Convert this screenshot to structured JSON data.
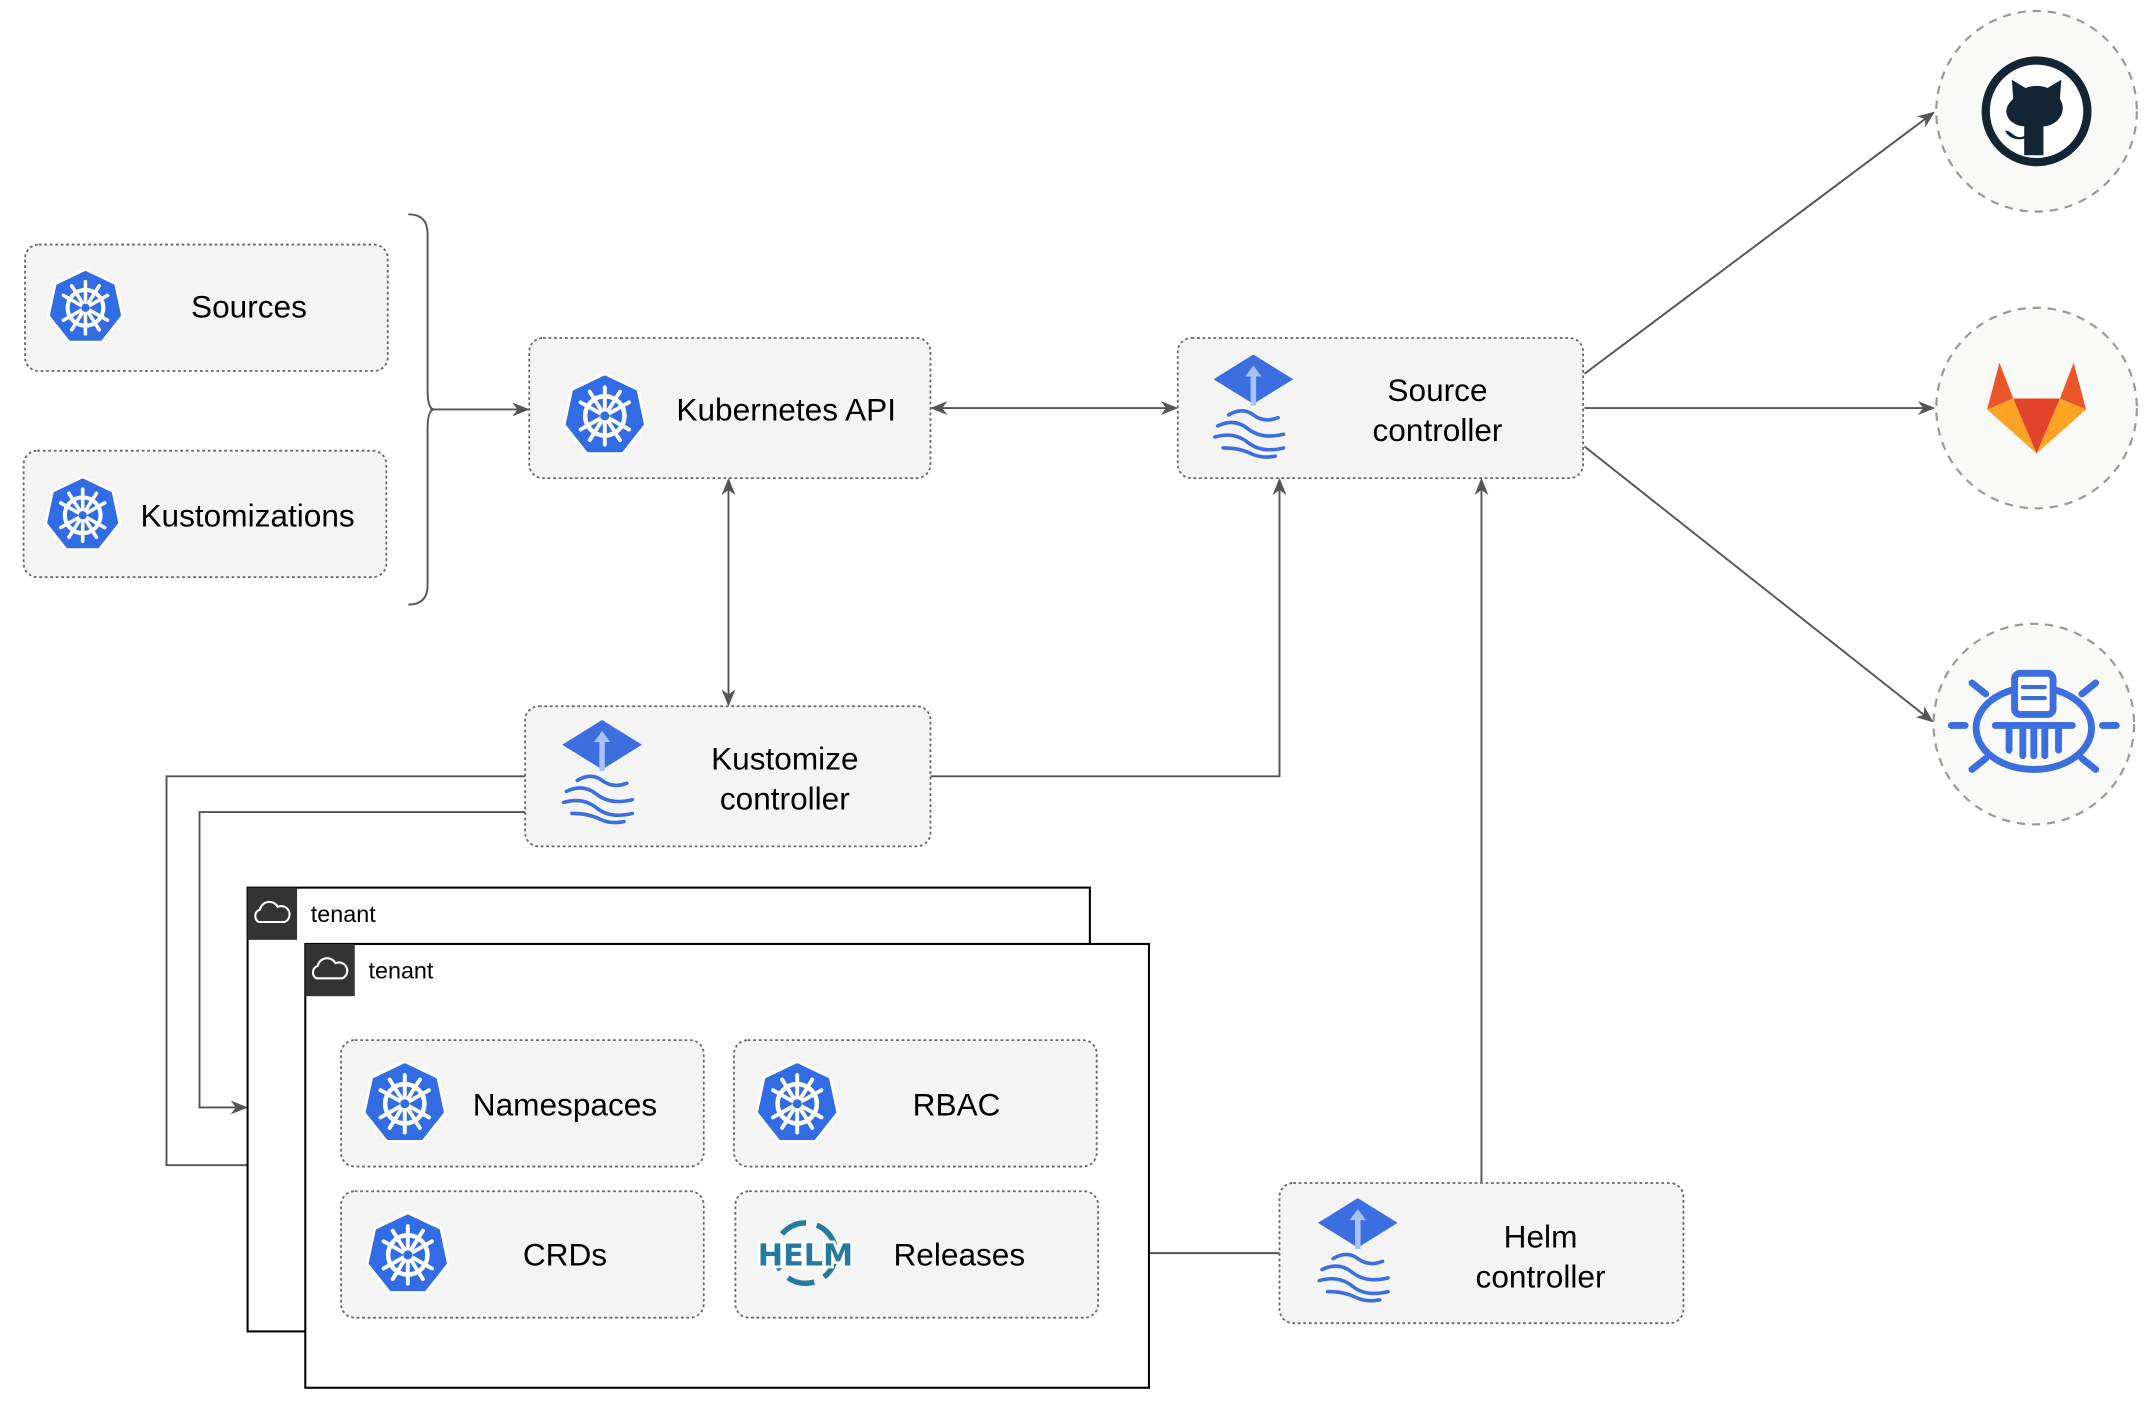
{
  "colors": {
    "kubernetes_blue": "#326ce5",
    "flux_blue": "#3b6fe0",
    "github_dark": "#132435",
    "gitlab_orange": "#e8562a",
    "gitlab_yellow": "#fca326",
    "helm_blue": "#277a9f",
    "edge": "#555555"
  },
  "nodes": {
    "sources": {
      "label": "Sources",
      "icon": "kubernetes-icon"
    },
    "kustomizations": {
      "label": "Kustomizations",
      "icon": "kubernetes-icon"
    },
    "kubernetes_api": {
      "label": "Kubernetes API",
      "icon": "kubernetes-icon"
    },
    "source_controller": {
      "line1": "Source",
      "line2": "controller",
      "icon": "flux-icon"
    },
    "kustomize_controller": {
      "line1": "Kustomize",
      "line2": "controller",
      "icon": "flux-icon"
    },
    "helm_controller": {
      "line1": "Helm",
      "line2": "controller",
      "icon": "flux-icon"
    },
    "namespaces": {
      "label": "Namespaces",
      "icon": "kubernetes-icon"
    },
    "rbac": {
      "label": "RBAC",
      "icon": "kubernetes-icon"
    },
    "crds": {
      "label": "CRDs",
      "icon": "kubernetes-icon"
    },
    "releases": {
      "label": "Releases",
      "icon": "helm-icon",
      "icon_text": "HELM"
    }
  },
  "tenants": [
    {
      "label": "tenant",
      "icon": "cloud-icon"
    },
    {
      "label": "tenant",
      "icon": "cloud-icon"
    }
  ],
  "external_sources": [
    {
      "icon": "github-icon"
    },
    {
      "icon": "gitlab-icon"
    },
    {
      "icon": "bucket-icon"
    }
  ]
}
